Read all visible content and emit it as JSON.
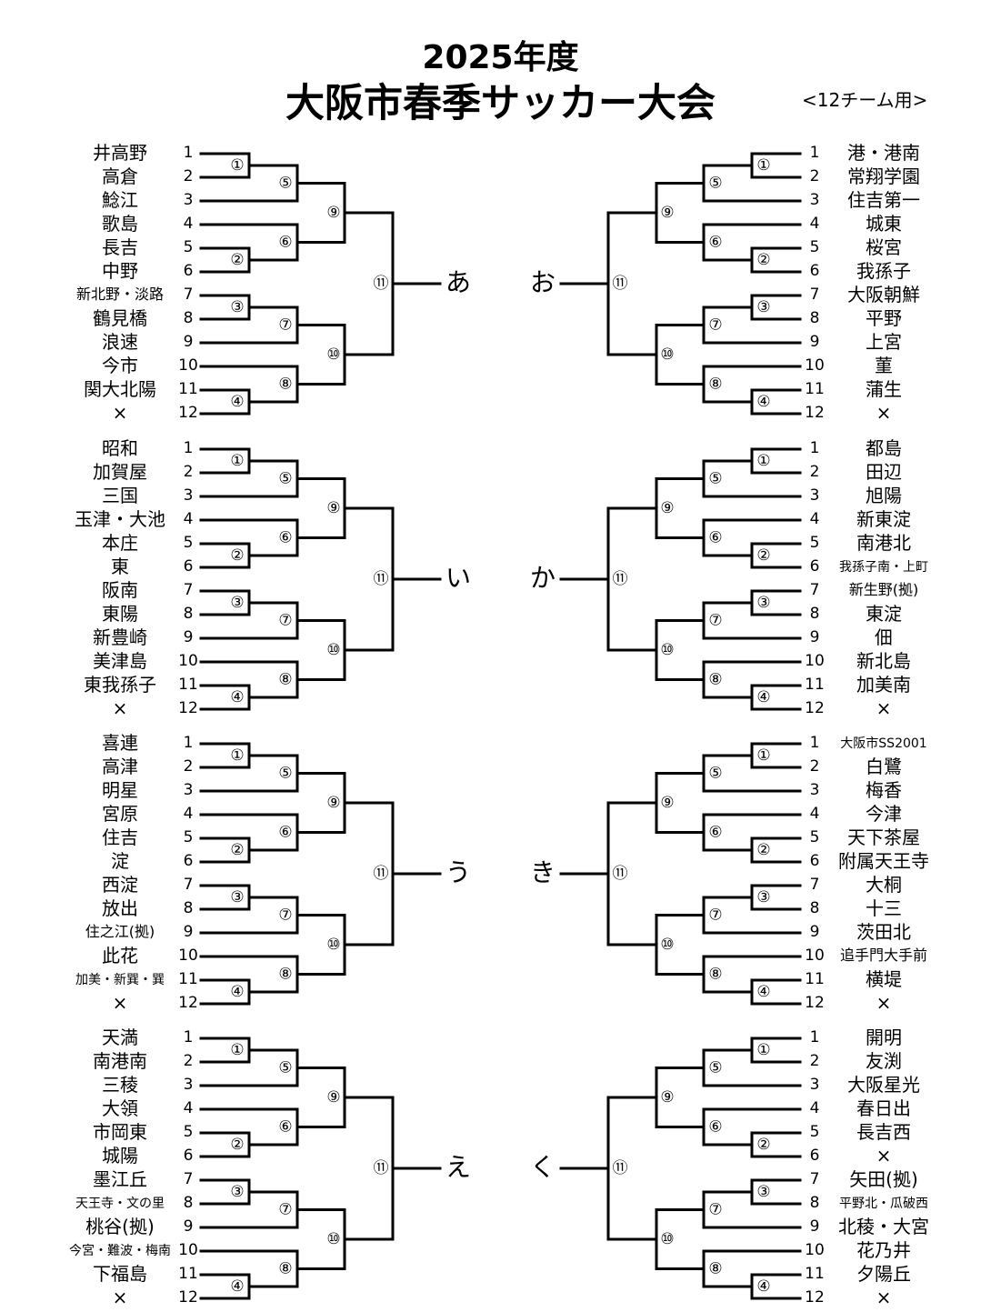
{
  "title": {
    "year": "2025年度",
    "main": "大阪市春季サッカー大会",
    "note": "<12チーム用>"
  },
  "seeds": [
    "1",
    "2",
    "3",
    "4",
    "5",
    "6",
    "7",
    "8",
    "9",
    "10",
    "11",
    "12"
  ],
  "match_labels": [
    "①",
    "②",
    "③",
    "④",
    "⑤",
    "⑥",
    "⑦",
    "⑧",
    "⑨",
    "⑩",
    "⑪"
  ],
  "groups": [
    {
      "label": "あ",
      "side": "left",
      "teams": [
        "井高野",
        "高倉",
        "鯰江",
        "歌島",
        "長吉",
        "中野",
        "新北野・淡路",
        "鶴見橋",
        "浪速",
        "今市",
        "関大北陽",
        "×"
      ]
    },
    {
      "label": "い",
      "side": "left",
      "teams": [
        "昭和",
        "加賀屋",
        "三国",
        "玉津・大池",
        "本庄",
        "東",
        "阪南",
        "東陽",
        "新豊崎",
        "美津島",
        "東我孫子",
        "×"
      ]
    },
    {
      "label": "う",
      "side": "left",
      "teams": [
        "喜連",
        "高津",
        "明星",
        "宮原",
        "住吉",
        "淀",
        "西淀",
        "放出",
        "住之江(拠)",
        "此花",
        "加美・新巽・巽",
        "×"
      ]
    },
    {
      "label": "え",
      "side": "left",
      "teams": [
        "天満",
        "南港南",
        "三稜",
        "大領",
        "市岡東",
        "城陽",
        "墨江丘",
        "天王寺・文の里",
        "桃谷(拠)",
        "今宮・難波・梅南",
        "下福島",
        "×"
      ]
    },
    {
      "label": "お",
      "side": "right",
      "teams": [
        "港・港南",
        "常翔学園",
        "住吉第一",
        "城東",
        "桜宮",
        "我孫子",
        "大阪朝鮮",
        "平野",
        "上宮",
        "菫",
        "蒲生",
        "×"
      ]
    },
    {
      "label": "か",
      "side": "right",
      "teams": [
        "都島",
        "田辺",
        "旭陽",
        "新東淀",
        "南港北",
        "我孫子南・上町",
        "新生野(拠)",
        "東淀",
        "佃",
        "新北島",
        "加美南",
        "×"
      ]
    },
    {
      "label": "き",
      "side": "right",
      "teams": [
        "大阪市SS2001",
        "白鷺",
        "梅香",
        "今津",
        "天下茶屋",
        "附属天王寺",
        "大桐",
        "十三",
        "茨田北",
        "追手門大手前",
        "横堤",
        "×"
      ]
    },
    {
      "label": "く",
      "side": "right",
      "teams": [
        "開明",
        "友渕",
        "大阪星光",
        "春日出",
        "長吉西",
        "×",
        "矢田(拠)",
        "平野北・瓜破西",
        "北稜・大宮",
        "花乃井",
        "夕陽丘",
        "×"
      ]
    }
  ]
}
